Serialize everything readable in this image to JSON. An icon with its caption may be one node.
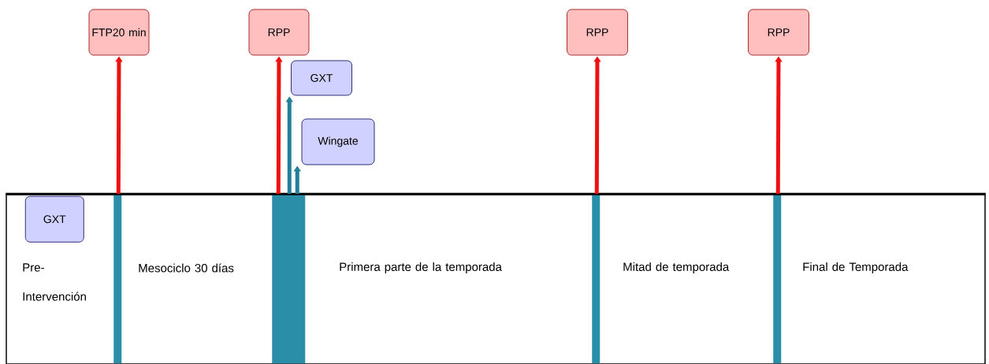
{
  "diagram": {
    "nodes": [
      {
        "text": [
          "FTP20 min"
        ]
      },
      {
        "text": [
          "RPP"
        ]
      },
      {
        "text": [
          "GXT"
        ]
      },
      {
        "text": [
          "Wingate"
        ]
      },
      {
        "text": [
          "RPP"
        ]
      },
      {
        "text": [
          "RPP"
        ]
      },
      {
        "text": [],
        "shape": "box"
      },
      {
        "text": [
          "GXT"
        ],
        "in": 6
      },
      {
        "text": [],
        "shape": "bar",
        "in": 6
      },
      {
        "text": [],
        "shape": "bar",
        "in": 6
      },
      {
        "text": [],
        "shape": "bar",
        "in": 6
      },
      {
        "text": [],
        "shape": "bar",
        "in": 6
      }
    ],
    "edges": [
      {
        "from": 8,
        "to": 0,
        "arrow": "to"
      },
      {
        "from": 9,
        "to": 1,
        "arrow": "to"
      },
      {
        "from": 9,
        "to": 2,
        "arrow": "to",
        "color": "#217f99"
      },
      {
        "from": 9,
        "to": 3,
        "arrow": "to",
        "color": "#217f99"
      },
      {
        "from": 10,
        "to": 4,
        "arrow": "to"
      },
      {
        "from": 11,
        "to": 5,
        "arrow": "to"
      }
    ],
    "labels": [
      "Pre- Intervención",
      "Mesociclo 30 días",
      "Primera parte de la temporada",
      "Mitad de temporada",
      "Final de Temporada"
    ]
  }
}
